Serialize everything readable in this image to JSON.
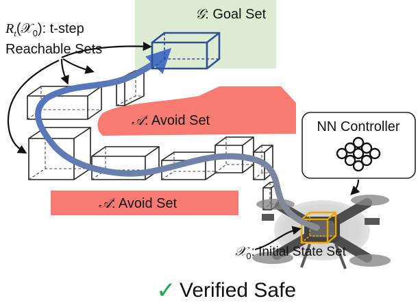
{
  "labels": {
    "goal_symbol": "𝒢",
    "goal_text": ": Goal Set",
    "reach_symbol": "R",
    "reach_sub": "t",
    "reach_arg": "(𝒳",
    "reach_arg_sub": "0",
    "reach_arg_close": ")",
    "reach_text": ": t-step",
    "reach_line2": "Reachable Sets",
    "avoid_top_symbol": "𝒜",
    "avoid_top_text": ": Avoid Set",
    "avoid_bottom_symbol": "𝒜",
    "avoid_bottom_text": ": Avoid Set",
    "controller": "NN Controller",
    "init_symbol": "𝒳",
    "init_sub": "0",
    "init_text": ": Initial State Set",
    "verified_check": "✓",
    "verified_text": "Verified Safe"
  },
  "colors": {
    "goal_region": "#dcebd2",
    "avoid_region": "#f77b73",
    "goal_box": "#2f4f99",
    "initial_box": "#f0a800",
    "trajectory_start": "#8a8d94",
    "trajectory_end": "#4a72c4",
    "check": "#1aa84a"
  },
  "icons": [
    "neural-network-icon",
    "drone-image"
  ]
}
